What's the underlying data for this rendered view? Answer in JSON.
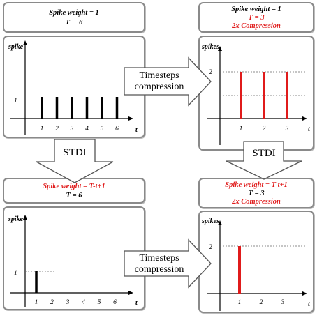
{
  "colors": {
    "spike_black": "#000000",
    "spike_red": "#e01b1b",
    "border": "#8a8a8a"
  },
  "top_left_label": {
    "line1": "Spike weight = 1",
    "line2": "T     6"
  },
  "top_right_label": {
    "line1": "Spike weight = 1",
    "line2": "T = 3",
    "line3": "2x Compression"
  },
  "bottom_left_label": {
    "line1": "Spike weight = T-t+1",
    "line2": "T = 6"
  },
  "bottom_right_label": {
    "line1": "Spike weight = T-t+1",
    "line2": "T = 3",
    "line3": "2x Compression"
  },
  "arrows": {
    "compression_line1": "Timesteps",
    "compression_line2": "compression",
    "stdi": "STDI"
  },
  "panels": {
    "top_left": {
      "ylabel": "spike",
      "xlabel": "t",
      "ytick": "1",
      "xticks": [
        "1",
        "2",
        "3",
        "4",
        "5",
        "6"
      ],
      "spikes": [
        1,
        1,
        1,
        1,
        1,
        1
      ]
    },
    "top_right": {
      "ylabel": "spikes",
      "xlabel": "t",
      "ytick": "2",
      "xticks": [
        "1",
        "2",
        "3"
      ],
      "spikes": [
        2,
        2,
        2
      ]
    },
    "bottom_left": {
      "ylabel": "spike",
      "xlabel": "t",
      "ytick": "1",
      "xticks": [
        "1",
        "2",
        "3",
        "4",
        "5",
        "6"
      ],
      "spikes": [
        1,
        0,
        0,
        0,
        0,
        0
      ]
    },
    "bottom_right": {
      "ylabel": "spikes",
      "xlabel": "t",
      "ytick": "2",
      "xticks": [
        "1",
        "2",
        "3"
      ],
      "spikes": [
        2,
        0,
        0
      ]
    }
  }
}
